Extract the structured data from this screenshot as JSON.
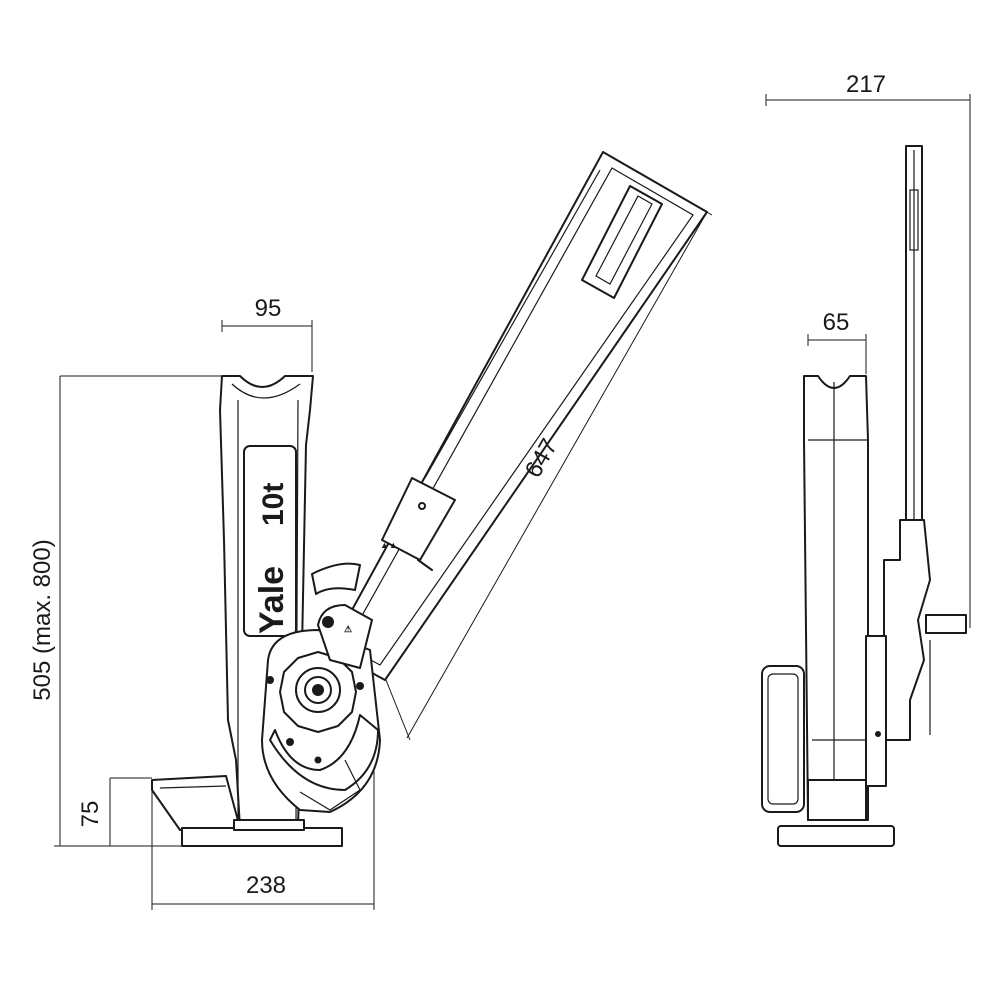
{
  "front_view": {
    "dim_top_width": "95",
    "dim_height": "505 (max. 800)",
    "dim_toe_height": "75",
    "dim_base_width": "238",
    "dim_handle_length": "647",
    "logo_brand": "Yale",
    "logo_capacity": "10t"
  },
  "side_view": {
    "dim_total_width": "217",
    "dim_head_width": "65"
  },
  "colors": {
    "line": "#1a1a1a",
    "background": "#ffffff"
  }
}
